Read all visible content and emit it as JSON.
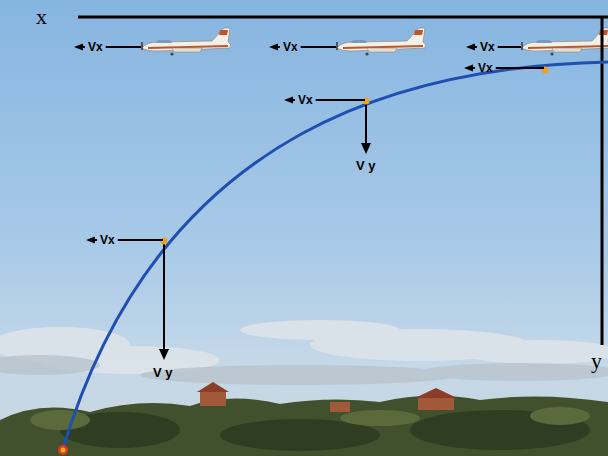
{
  "diagram": {
    "labels": [
      "x",
      "Vx",
      "Vx",
      "Vx",
      "Vx",
      "Vx",
      "Vx",
      "V y",
      "V y",
      "y"
    ]
  }
}
